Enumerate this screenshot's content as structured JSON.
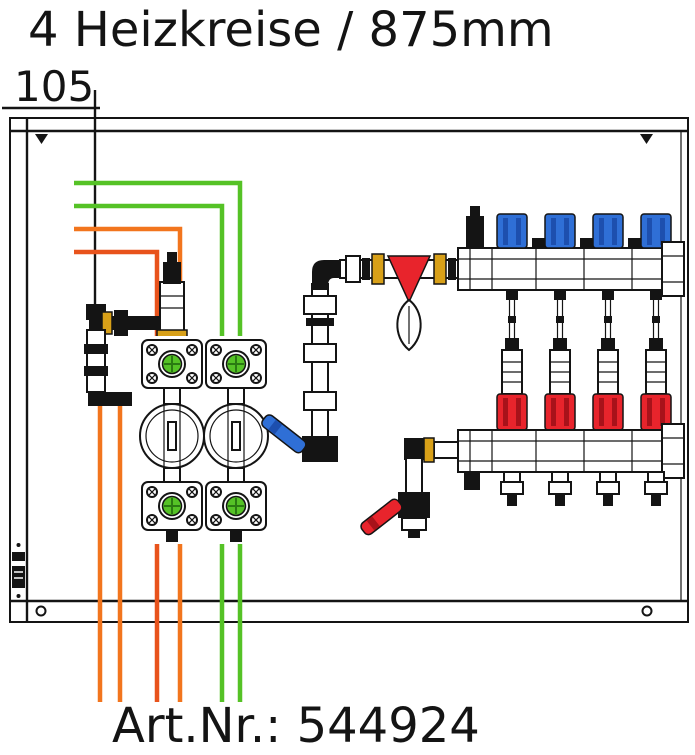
{
  "header": {
    "title": "4 Heizkreise / 875mm"
  },
  "dimension": {
    "label": "105"
  },
  "footer": {
    "article_label": "Art.Nr.: 544924"
  },
  "diagram": {
    "heating_circuits": 4,
    "meter_units": 2,
    "top_manifold_caps": 4,
    "bottom_manifold_caps": 4
  },
  "colors": {
    "supply_orange": "#f2751d",
    "supply_red_orange": "#e8531c",
    "return_green": "#55c226",
    "valve_blue": "#2f6fd6",
    "blue_cap_stripe": "#1d4fae",
    "valve_red": "#e8242c",
    "red_cap_stripe": "#a8121a",
    "knob_cross_green": "#2a7a12",
    "brass_yellow": "#d8a018",
    "drawing_black": "#141414"
  }
}
